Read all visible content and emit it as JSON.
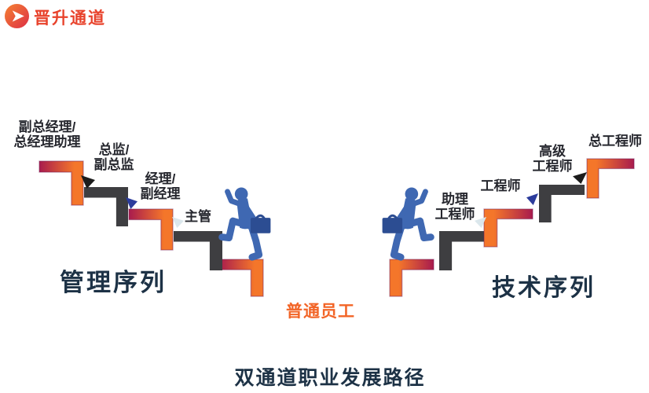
{
  "header": {
    "title": "晋升通道"
  },
  "management": {
    "title": "管理序列",
    "steps": [
      {
        "label": "主管"
      },
      {
        "label": "经理/\n副经理"
      },
      {
        "label": "总监/\n副总监"
      },
      {
        "label": "副总经理/\n总经理助理"
      }
    ]
  },
  "technical": {
    "title": "技术序列",
    "steps": [
      {
        "label": "助理\n工程师"
      },
      {
        "label": "工程师"
      },
      {
        "label": "高级\n工程师"
      },
      {
        "label": "总工程师"
      }
    ]
  },
  "base_level": {
    "label": "普通员工"
  },
  "footer": {
    "title": "双通道职业发展路径"
  },
  "colors": {
    "step_gradient_start": "#a81b4e",
    "step_gradient_end": "#f4762a",
    "step_dark": "#3e3e41",
    "person_blue": "#3f68b2",
    "briefcase_blue": "#2c4d92",
    "arrow_black": "#1c1c1c",
    "arrow_blue": "#2c3c9c",
    "arrow_pale": "#dbe7ec",
    "title_navy": "#1d3246",
    "label_dark": "#26272e",
    "accent_orange": "#f26426",
    "header_red": "#e8432c",
    "icon_gradient_start": "#f58233",
    "icon_gradient_end": "#dd2e44"
  }
}
